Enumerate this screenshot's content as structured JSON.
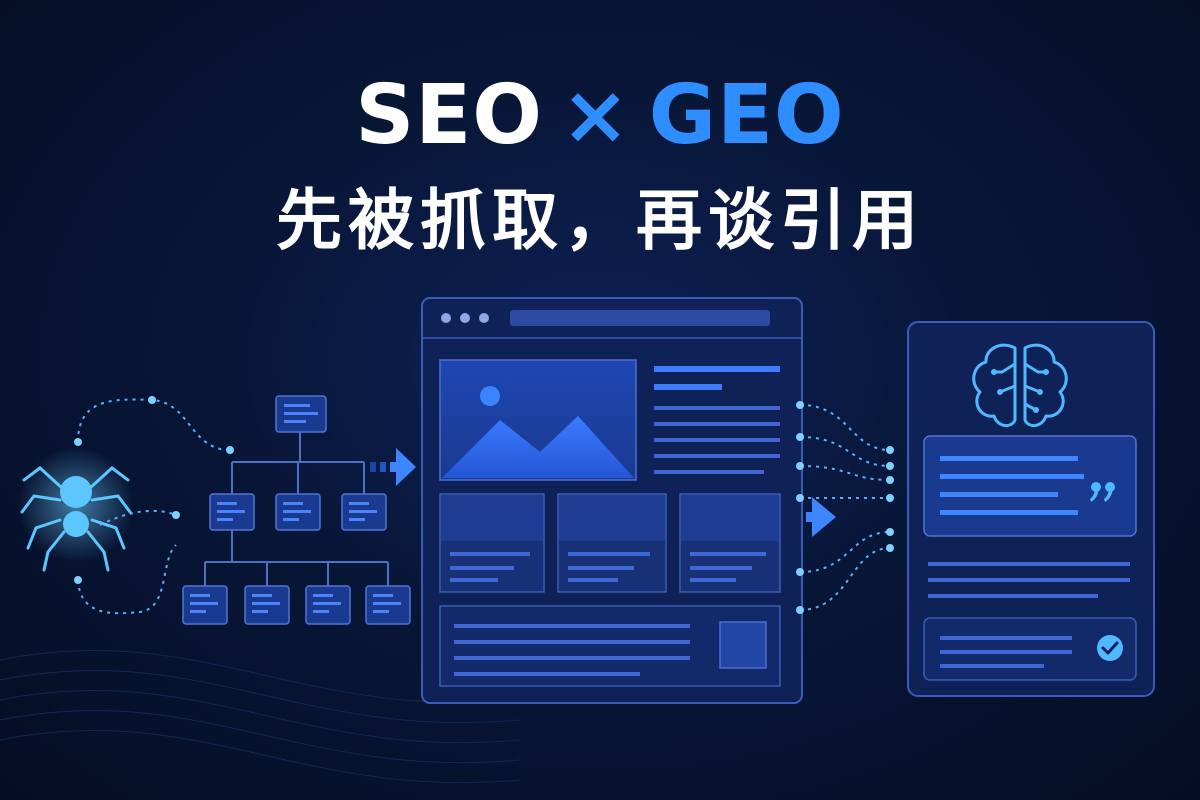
{
  "headline": {
    "part1": "SEO",
    "cross": "×",
    "part2": "GEO",
    "subtitle": "先被抓取，再谈引用"
  },
  "icons": [
    "spider-icon",
    "sitemap-tree",
    "browser-window",
    "image-placeholder-icon",
    "brain-icon",
    "quote-icon",
    "check-icon"
  ],
  "colors": {
    "background": "#06102a",
    "accent": "#2e8dff",
    "headline_white": "#ffffff",
    "panel": "#152a66",
    "panel_border": "#3b5bb8",
    "glow": "#4fb8ff"
  }
}
